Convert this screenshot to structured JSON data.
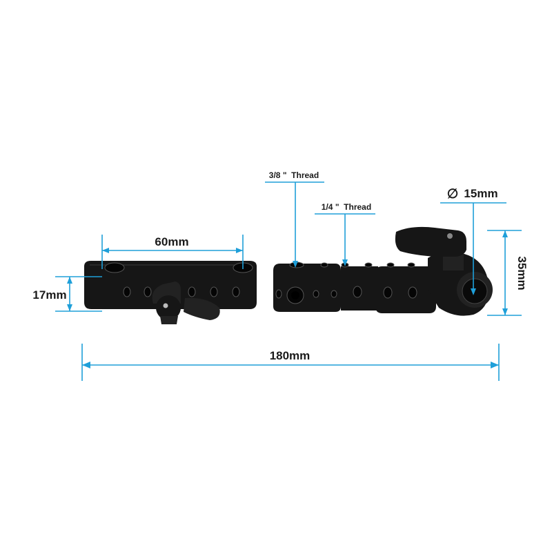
{
  "labels": {
    "width_60": "60mm",
    "height_17": "17mm",
    "thread_38": "3/8 \"  Thread",
    "thread_14": "1/4 \"  Thread",
    "rod_diameter": "15mm",
    "diameter_symbol": "∅",
    "height_35": "35mm",
    "total_length": "180mm"
  },
  "colors": {
    "dimension_lines": "#1e9fd9",
    "product_body": "#161616",
    "background": "#ffffff"
  }
}
